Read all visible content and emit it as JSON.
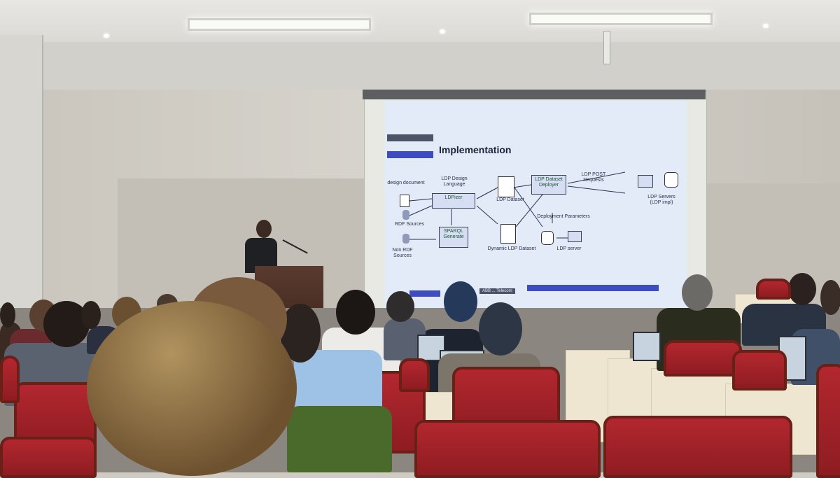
{
  "scene": {
    "description_colors": {
      "slide_background": "#e3eaf8",
      "chair_red": "#b3272f",
      "table_cloth": "#efe6d2",
      "podium_wood": "#4a2f25"
    }
  },
  "slide": {
    "title": "Implementation",
    "footer": "ABB ... Telecom",
    "diagram": {
      "inputs": [
        "design document",
        "RDF Sources",
        "Non RDF Sources"
      ],
      "design_language": "LDP Design Language",
      "ldpizer": "LDPizer",
      "sparql": "SPARQL Generate",
      "ldp_dataset": "LDP Dataset",
      "dynamic_ldp_dataset": "Dynamic LDP Dataset",
      "deployer": "LDP Dataset Deployer",
      "post_requests": "LDP POST Requests",
      "deployment_parameters": "Deployment Parameters",
      "ldp_server": "LDP server",
      "ldp_servers": "LDP Servers (LDP impl)"
    }
  }
}
